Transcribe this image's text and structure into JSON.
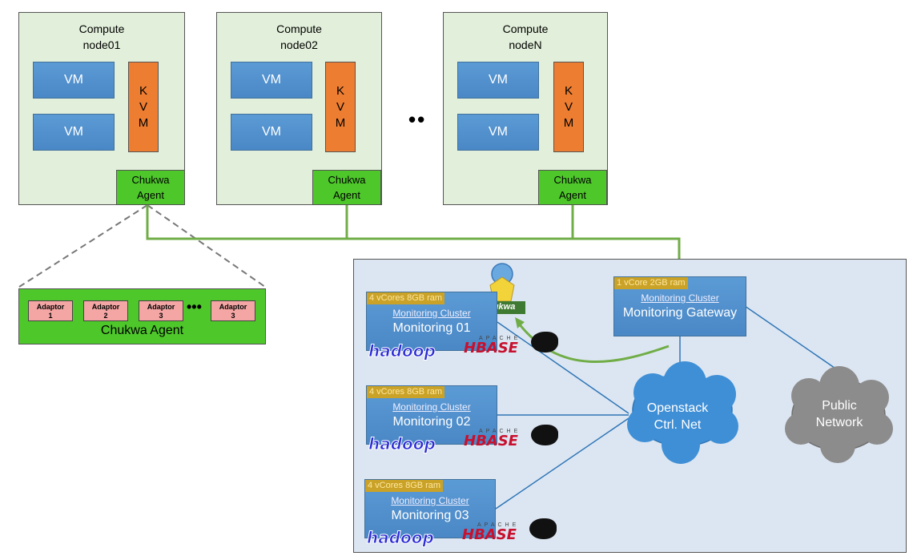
{
  "compute_nodes": [
    {
      "title": "Compute\nnode01",
      "vm1": "VM",
      "vm2": "VM",
      "kvm": [
        "K",
        "V",
        "M"
      ],
      "agent": "Chukwa\nAgent"
    },
    {
      "title": "Compute\nnode02",
      "vm1": "VM",
      "vm2": "VM",
      "kvm": [
        "K",
        "V",
        "M"
      ],
      "agent": "Chukwa\nAgent"
    },
    {
      "title": "Compute\nnodeN",
      "vm1": "VM",
      "vm2": "VM",
      "kvm": [
        "K",
        "V",
        "M"
      ],
      "agent": "Chukwa\nAgent"
    }
  ],
  "ellipsis": "••",
  "agent_detail": {
    "adaptors": [
      "Adaptor\n1",
      "Adaptor\n2",
      "Adaptor\n3",
      "Adaptor\n3"
    ],
    "dots": "•••",
    "label": "Chukwa Agent"
  },
  "monitoring_nodes": [
    {
      "spec": "4 vCores 8GB ram",
      "subtitle": "Monitoring Cluster",
      "name": "Monitoring 01"
    },
    {
      "spec": "4 vCores 8GB ram",
      "subtitle": "Monitoring Cluster",
      "name": "Monitoring 02"
    },
    {
      "spec": "4 vCores 8GB ram",
      "subtitle": "Monitoring Cluster",
      "name": "Monitoring 03"
    }
  ],
  "gateway": {
    "spec": "1 vCore 2GB ram",
    "subtitle": "Monitoring Cluster",
    "name": "Monitoring Gateway"
  },
  "clouds": {
    "openstack": "Openstack\nCtrl. Net",
    "public": "Public\nNetwork"
  },
  "logos": {
    "hadoop": "hadoop",
    "hbase_small": "APACHE",
    "hbase": "HBASE",
    "chukwa": "chukwa"
  },
  "colors": {
    "compute_bg": "#e2efda",
    "vm_blue": "#5b9bd5",
    "kvm_orange": "#ed7d31",
    "agent_green": "#4ec72b",
    "link_green": "#70ad47",
    "net_blue": "#2e75b6",
    "adaptor_pink": "#f4a6a4",
    "panel_bg": "#dce6f2"
  },
  "icons": [
    "hadoop-elephant-icon",
    "hbase-orca-icon",
    "chukwa-logo-icon",
    "cloud-icon"
  ]
}
